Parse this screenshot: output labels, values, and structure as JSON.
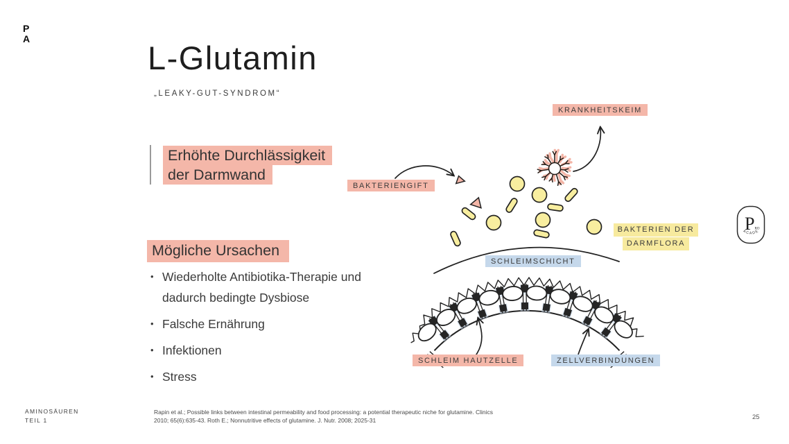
{
  "slide": {
    "title": "L-Glutamin",
    "subtitle": "„LEAKY-GUT-SYNDROM“",
    "page_number": "25"
  },
  "brand": {
    "letter_top": "P",
    "letter_bottom": "A"
  },
  "headline": {
    "line1": "Erhöhte Durchlässigkeit",
    "line2": "der Darmwand"
  },
  "causes": {
    "heading": "Mögliche Ursachen",
    "items": [
      "Wiederholte Antibiotika-Therapie und dadurch bedingte Dysbiose",
      "Falsche Ernährung",
      "Infektionen",
      "Stress"
    ]
  },
  "diagram": {
    "labels": {
      "krankheitskeim": "KRANKHEITSKEIM",
      "bakteriengift": "BAKTERIENGIFT",
      "bakterien_der": "BAKTERIEN DER",
      "darmflora": "DARMFLORA",
      "schleimschicht": "SCHLEIMSCHICHT",
      "schleim_hautzelle": "SCHLEIM HAUTZELLE",
      "zellverbindungen": "ZELLVERBINDUNGEN"
    }
  },
  "side_logo": {
    "letter": "P",
    "superscript": "RO",
    "arc_text": "ACADEMY"
  },
  "footer": {
    "series": "AMINOSÄUREN",
    "part": "TEIL 1",
    "citation_lines": [
      "Rapin et al.; Possible links between intestinal permeability and food processing: a potential therapeutic niche for glutamine. Clinics",
      "2010; 65(6):635-43. Roth E.; Nonnutritive effects of glutamine. J. Nutr. 2008; 2025-31"
    ]
  },
  "colors": {
    "highlight_pink": "#f4b7a9",
    "highlight_yellow": "#f7ea9e",
    "highlight_blue": "#c5d8eb",
    "bacteria_yellow": "#f8ee9f",
    "ink": "#222222"
  }
}
